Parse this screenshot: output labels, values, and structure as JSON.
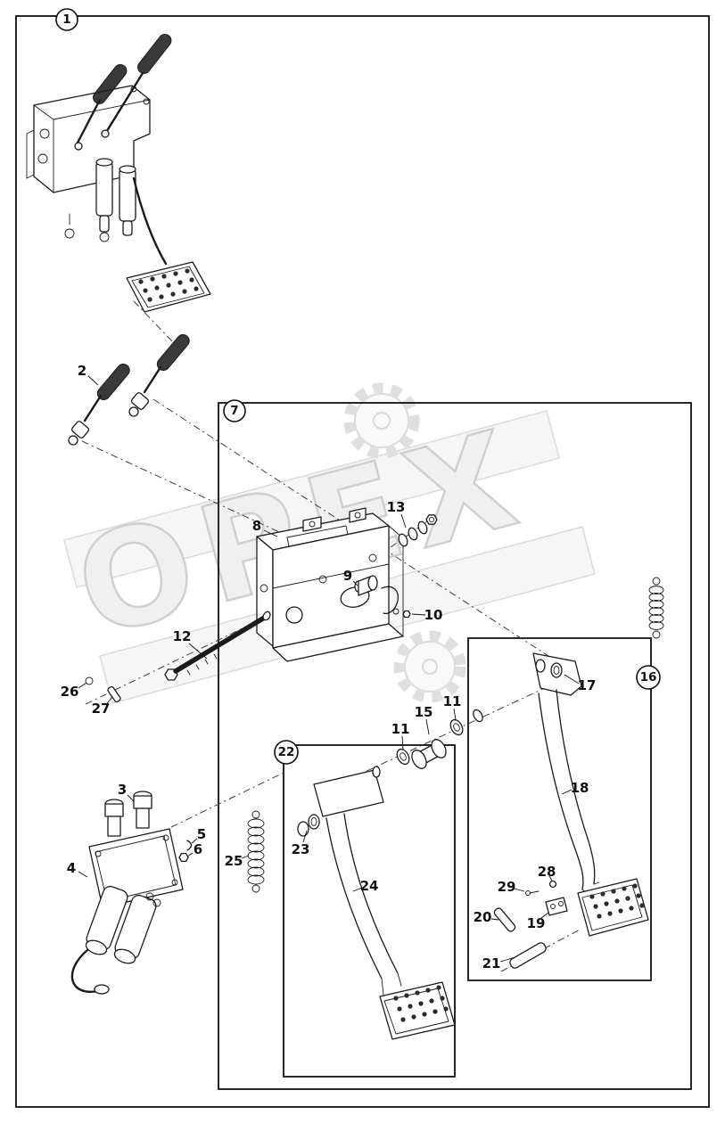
{
  "watermark": {
    "text": "OPEX",
    "color": "#ededed"
  },
  "callouts": {
    "circled": [
      {
        "id": "frame-1",
        "label": "1"
      },
      {
        "id": "frame-7",
        "label": "7"
      },
      {
        "id": "frame-16",
        "label": "16"
      },
      {
        "id": "frame-22",
        "label": "22"
      }
    ],
    "plain": [
      {
        "id": "part-2",
        "label": "2"
      },
      {
        "id": "part-3",
        "label": "3"
      },
      {
        "id": "part-4",
        "label": "4"
      },
      {
        "id": "part-5",
        "label": "5"
      },
      {
        "id": "part-6",
        "label": "6"
      },
      {
        "id": "part-8",
        "label": "8"
      },
      {
        "id": "part-9",
        "label": "9"
      },
      {
        "id": "part-10",
        "label": "10"
      },
      {
        "id": "part-11a",
        "label": "11"
      },
      {
        "id": "part-11b",
        "label": "11"
      },
      {
        "id": "part-12",
        "label": "12"
      },
      {
        "id": "part-13",
        "label": "13"
      },
      {
        "id": "part-15",
        "label": "15"
      },
      {
        "id": "part-17",
        "label": "17"
      },
      {
        "id": "part-18",
        "label": "18"
      },
      {
        "id": "part-19",
        "label": "19"
      },
      {
        "id": "part-20",
        "label": "20"
      },
      {
        "id": "part-21",
        "label": "21"
      },
      {
        "id": "part-23",
        "label": "23"
      },
      {
        "id": "part-24",
        "label": "24"
      },
      {
        "id": "part-25",
        "label": "25"
      },
      {
        "id": "part-26",
        "label": "26"
      },
      {
        "id": "part-27",
        "label": "27"
      },
      {
        "id": "part-28",
        "label": "28"
      },
      {
        "id": "part-29",
        "label": "29"
      }
    ]
  }
}
